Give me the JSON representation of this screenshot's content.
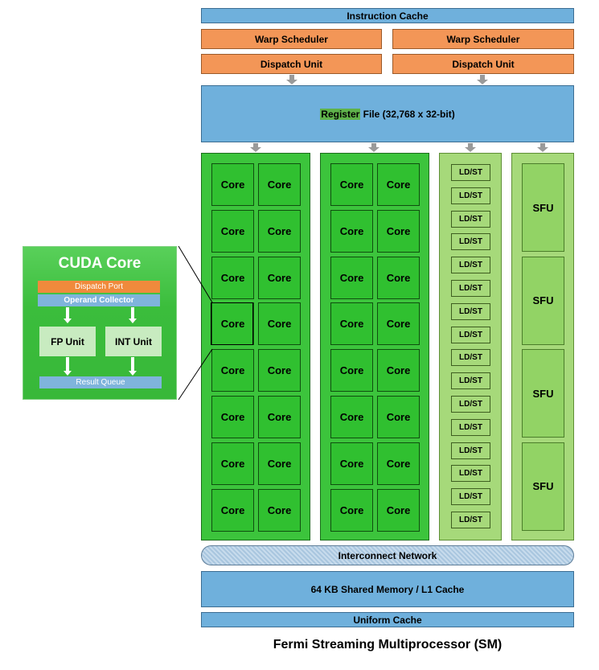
{
  "instruction_cache": "Instruction Cache",
  "warp_schedulers": [
    "Warp Scheduler",
    "Warp Scheduler"
  ],
  "dispatch_units": [
    "Dispatch Unit",
    "Dispatch Unit"
  ],
  "register_file": {
    "highlight": "Register",
    "rest": " File (32,768 x 32-bit)"
  },
  "core_label": "Core",
  "ldst_label": "LD/ST",
  "sfu_label": "SFU",
  "interconnect": "Interconnect Network",
  "shared_memory": "64 KB Shared Memory / L1 Cache",
  "uniform_cache": "Uniform Cache",
  "caption": "Fermi Streaming Multiprocessor (SM)",
  "cuda_core": {
    "title": "CUDA Core",
    "dispatch_port": "Dispatch Port",
    "operand_collector": "Operand Collector",
    "fp_unit": "FP Unit",
    "int_unit": "INT Unit",
    "result_queue": "Result Queue"
  },
  "counts": {
    "core_rows": 8,
    "core_cols_per_group": 2,
    "core_groups": 2,
    "ldst_units": 16,
    "sfu_units": 4
  },
  "colors": {
    "cache_blue": "#6fb0dc",
    "scheduler_orange": "#f39657",
    "core_green": "#30c030",
    "ldst_green": "#a6d97a",
    "cuda_panel_green": "#3fbf3f"
  }
}
